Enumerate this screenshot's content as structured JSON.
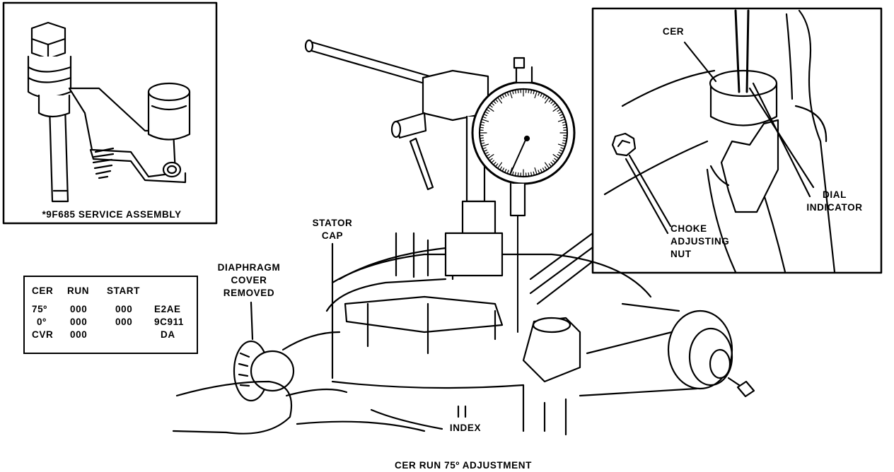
{
  "inset_left": {
    "caption": "*9F685 SERVICE ASSEMBLY"
  },
  "inset_right": {
    "cer_label": "CER",
    "dial_indicator_label": [
      "DIAL",
      "INDICATOR"
    ],
    "choke_nut_label": [
      "CHOKE",
      "ADJUSTING",
      "NUT"
    ]
  },
  "labels": {
    "stator_cap": [
      "STATOR",
      "CAP"
    ],
    "diaphragm": [
      "DIAPHRAGM",
      "COVER",
      "REMOVED"
    ],
    "index": "INDEX"
  },
  "table": {
    "headers": [
      "CER",
      "RUN",
      "START"
    ],
    "rows": [
      [
        "75º",
        "000",
        "000",
        "E2AE"
      ],
      [
        "0º",
        "000",
        "000",
        "9C911"
      ],
      [
        "CVR",
        "000",
        "",
        "DA"
      ]
    ]
  },
  "caption": "CER RUN 75º ADJUSTMENT"
}
